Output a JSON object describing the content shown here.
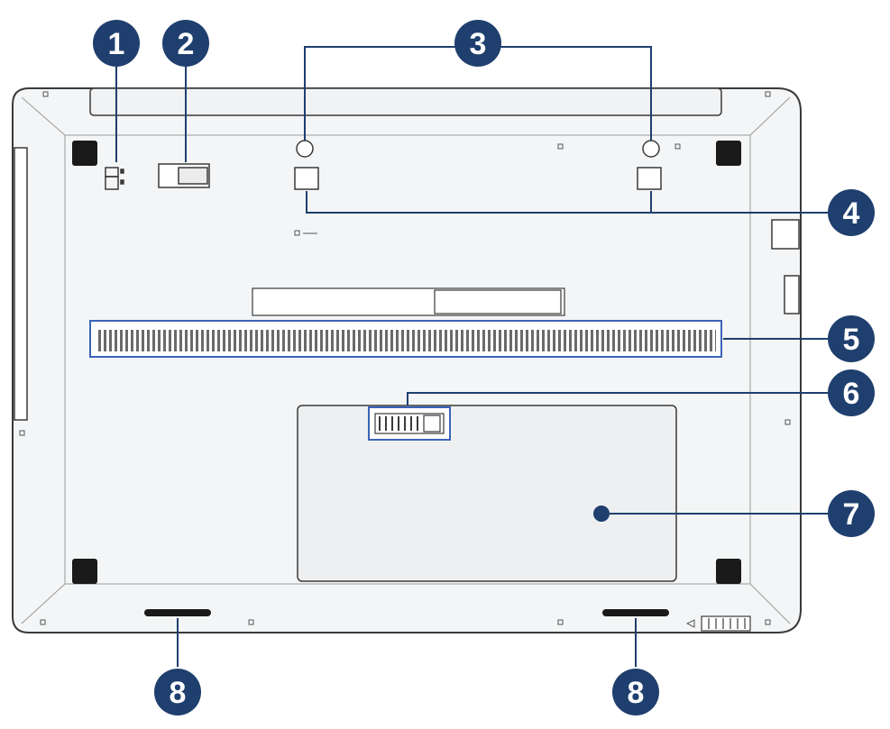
{
  "diagram": {
    "subject": "laptop-bottom-view",
    "colors": {
      "callout_fill": "#1f3f6e",
      "callout_text": "#ffffff",
      "leader_line": "#1f3f6e",
      "highlight_box": "#3b63b8",
      "chassis_outline": "#3a3a3a",
      "chassis_fill": "#f4f5f6",
      "foot": "#1a1a1a"
    },
    "callouts": [
      {
        "id": "1",
        "label": "1"
      },
      {
        "id": "2",
        "label": "2"
      },
      {
        "id": "3",
        "label": "3"
      },
      {
        "id": "4",
        "label": "4"
      },
      {
        "id": "5",
        "label": "5"
      },
      {
        "id": "6",
        "label": "6"
      },
      {
        "id": "7",
        "label": "7"
      },
      {
        "id": "8a",
        "label": "8"
      },
      {
        "id": "8b",
        "label": "8"
      }
    ]
  }
}
